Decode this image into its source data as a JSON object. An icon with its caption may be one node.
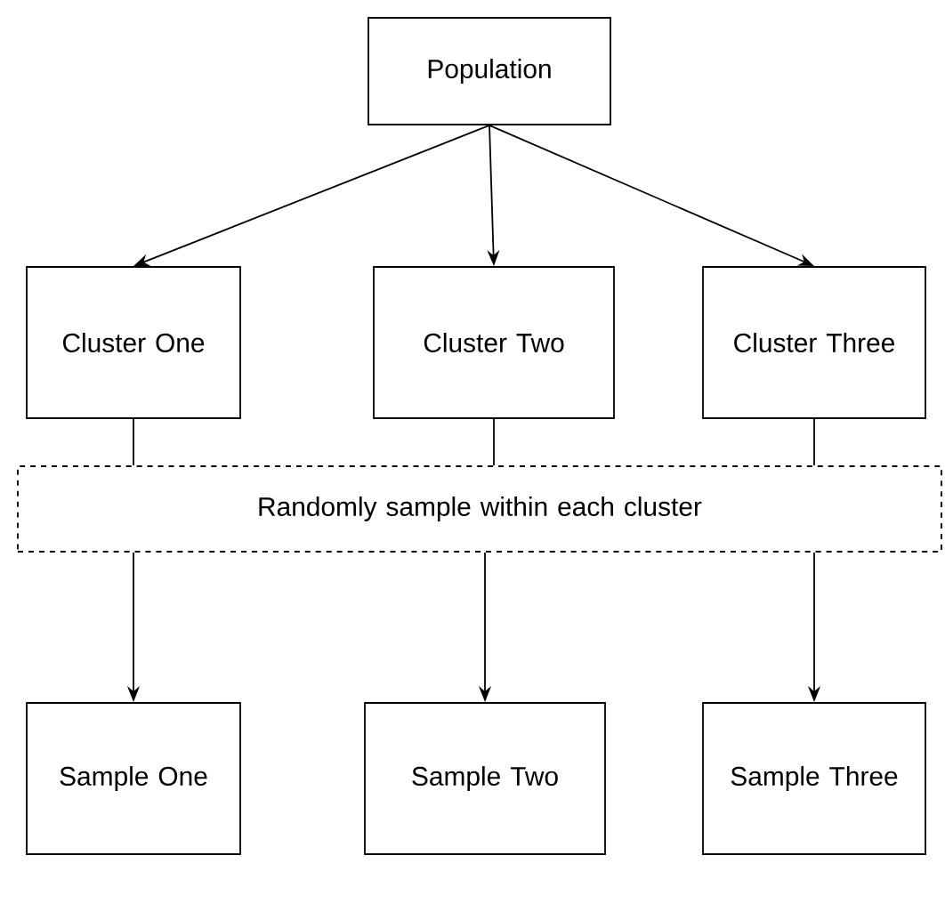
{
  "diagram": {
    "nodes": [
      {
        "text": [
          "Population"
        ]
      },
      {
        "text": [
          "Cluster One"
        ]
      },
      {
        "text": [
          "Cluster Two"
        ]
      },
      {
        "text": [
          "Cluster Three"
        ]
      },
      {
        "text": [
          "Randomly sample within each cluster"
        ]
      },
      {
        "text": [
          "Sample One"
        ]
      },
      {
        "text": [
          "Sample Two"
        ]
      },
      {
        "text": [
          "Sample Three"
        ]
      }
    ],
    "edges": [
      {
        "from": 0,
        "to": 1,
        "arrow": "to"
      },
      {
        "from": 0,
        "to": 2,
        "arrow": "to"
      },
      {
        "from": 0,
        "to": 3,
        "arrow": "to"
      },
      {
        "from": 1,
        "to": 4,
        "arrow": "none"
      },
      {
        "from": 2,
        "to": 4,
        "arrow": "none"
      },
      {
        "from": 3,
        "to": 4,
        "arrow": "none"
      },
      {
        "from": 4,
        "to": 5,
        "arrow": "to"
      },
      {
        "from": 4,
        "to": 6,
        "arrow": "to"
      },
      {
        "from": 4,
        "to": 7,
        "arrow": "to"
      }
    ]
  }
}
